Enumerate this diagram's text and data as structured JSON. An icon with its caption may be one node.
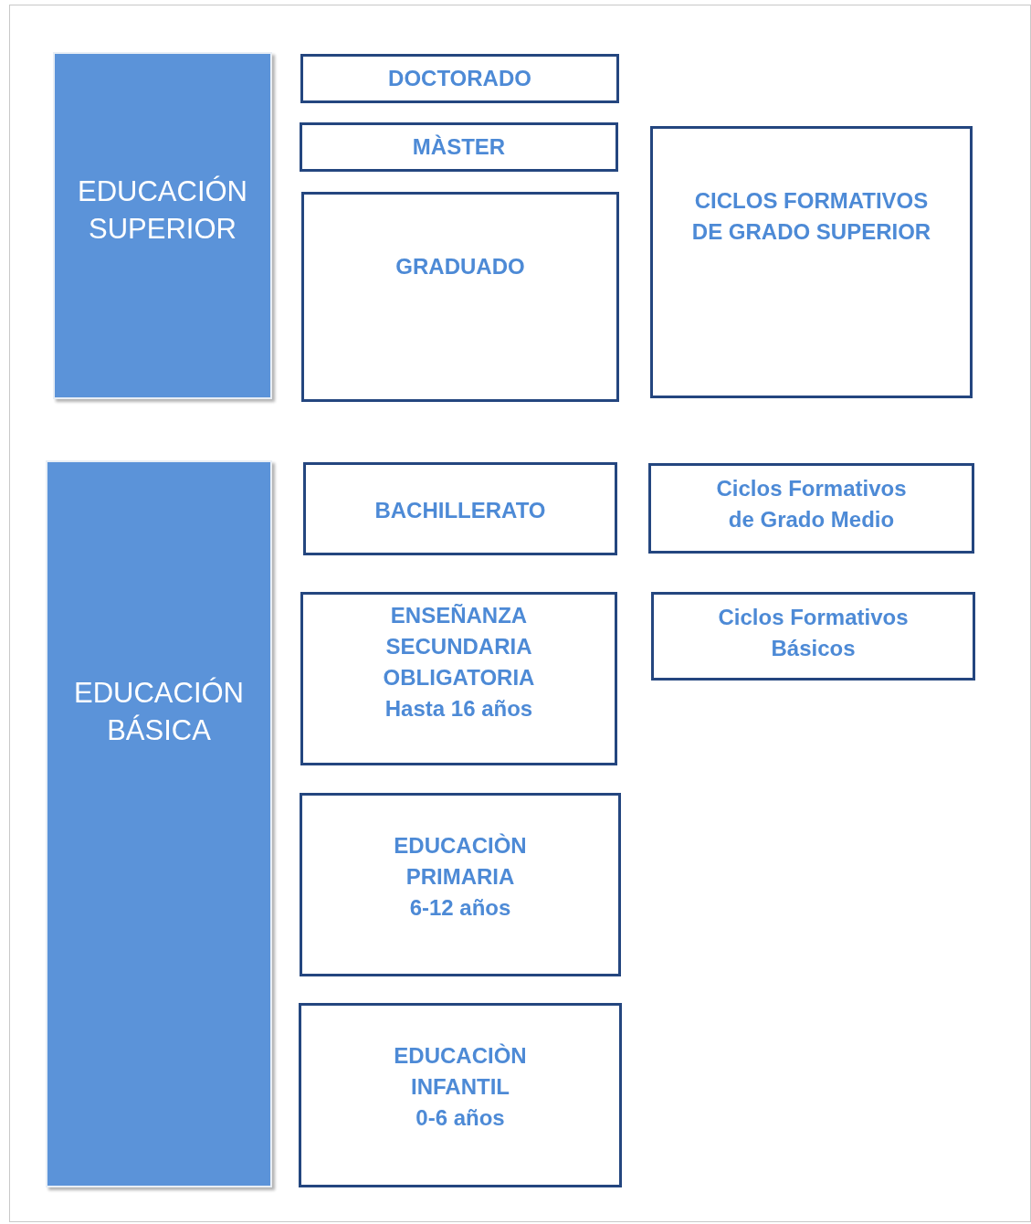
{
  "diagram": {
    "nodes": [
      {
        "text": [
          "EDUCACIÓN SUPERIOR"
        ]
      },
      {
        "text": [
          "DOCTORADO"
        ]
      },
      {
        "text": [
          "MÀSTER"
        ]
      },
      {
        "text": [
          "GRADUADO"
        ]
      },
      {
        "text": [
          "CICLOS FORMATIVOS DE GRADO SUPERIOR"
        ]
      },
      {
        "text": [
          "EDUCACIÓN BÁSICA"
        ]
      },
      {
        "text": [
          "BACHILLERATO"
        ]
      },
      {
        "text": [
          "Ciclos Formativos de Grado Medio"
        ]
      },
      {
        "text": [
          "ENSEÑANZA SECUNDARIA OBLIGATORIA",
          "Hasta 16 años"
        ]
      },
      {
        "text": [
          "Ciclos Formativos Básicos"
        ]
      },
      {
        "text": [
          "EDUCACIÒN PRIMARIA",
          "6-12 años"
        ]
      },
      {
        "text": [
          "EDUCACIÒN INFANTIL",
          "0-6 años"
        ]
      }
    ]
  }
}
